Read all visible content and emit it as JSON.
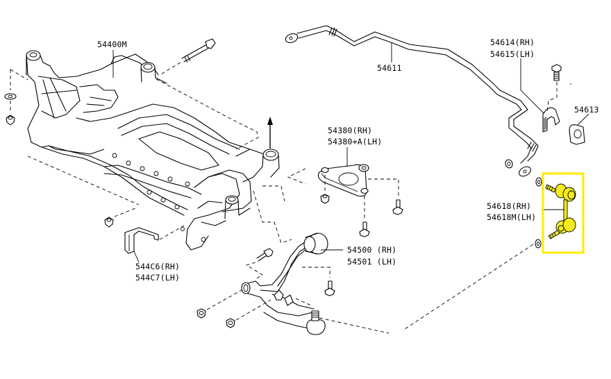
{
  "diagram": {
    "title": "Front suspension exploded parts diagram",
    "highlight_color": "#ffeb00",
    "part_fill_highlight": "#f5ea1e",
    "labels": {
      "crossmember": "54400M",
      "stabilizer_bar": "54611",
      "stabilizer_clamp_rh": "54614(RH)",
      "stabilizer_clamp_lh": "54615(LH)",
      "stabilizer_bushing": "54613",
      "bracket_rh": "54380(RH)",
      "bracket_lh": "54380+A(LH)",
      "stabilizer_link_rh": "54618(RH)",
      "stabilizer_link_lh": "54618M(LH)",
      "lower_arm_rh": "54500 (RH)",
      "lower_arm_lh": "54501 (LH)",
      "stiffener_rh": "544C6(RH)",
      "stiffener_lh": "544C7(LH)"
    },
    "highlighted_part": "54618(RH) / 54618M(LH)"
  }
}
